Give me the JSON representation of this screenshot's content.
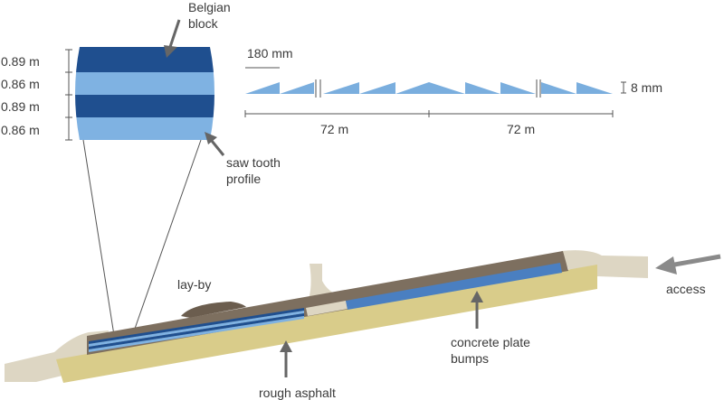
{
  "labels": {
    "belgian_block_line1": "Belgian",
    "belgian_block_line2": "block",
    "saw_tooth_line1": "saw tooth",
    "saw_tooth_line2": "profile",
    "lay_by": "lay-by",
    "access": "access",
    "concrete_line1": "concrete plate",
    "concrete_line2": "bumps",
    "rough_asphalt": "rough asphalt"
  },
  "lane_widths": [
    "0.89 m",
    "0.86 m",
    "0.89 m",
    "0.86 m"
  ],
  "profile": {
    "tooth_length": "180 mm",
    "tooth_height": "8 mm",
    "segment_1": "72 m",
    "segment_2": "72 m"
  },
  "colors": {
    "dark_blue": "#1f4f8f",
    "light_blue": "#7fb2e2",
    "saw_blue": "#7aaede",
    "concrete_blue": "#4a7fc1",
    "asphalt_yellow": "#d9cc8a",
    "road_brown": "#7d6f5f",
    "verge_beige": "#ddd6c3",
    "arrow_gray": "#8a8a8a",
    "text": "#3a3a3a"
  }
}
